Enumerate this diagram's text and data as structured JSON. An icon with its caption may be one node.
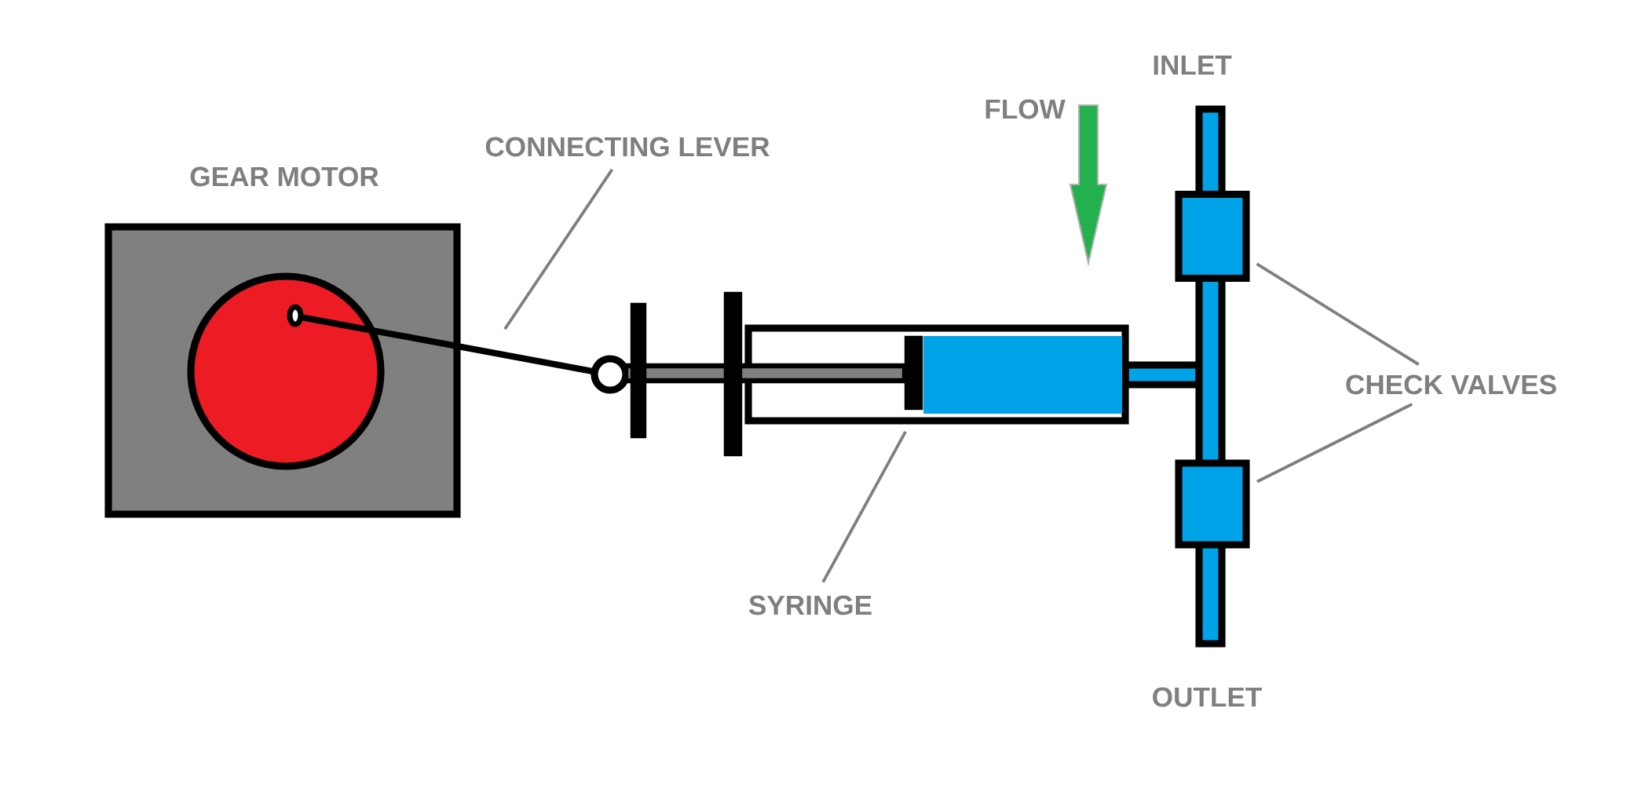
{
  "diagram": {
    "nodes": [
      {
        "text": [
          "GEAR MOTOR"
        ]
      },
      {
        "text": [
          "CONNECTING LEVER"
        ]
      },
      {
        "text": [
          "SYRINGE"
        ]
      },
      {
        "text": [],
        "shape": "box"
      },
      {
        "text": [
          "CHECK VALVES"
        ]
      },
      {
        "text": [],
        "shape": "box"
      },
      {
        "text": [],
        "shape": "box"
      }
    ],
    "edges": [
      {
        "from": 1,
        "to": null,
        "arrow": "none"
      },
      {
        "from": 2,
        "to": 3,
        "arrow": "none"
      },
      {
        "from": 4,
        "to": 5,
        "arrow": "none"
      },
      {
        "from": 4,
        "to": 6,
        "arrow": "none"
      }
    ],
    "labels": [
      "INLET",
      "FLOW",
      "OUTLET"
    ]
  }
}
